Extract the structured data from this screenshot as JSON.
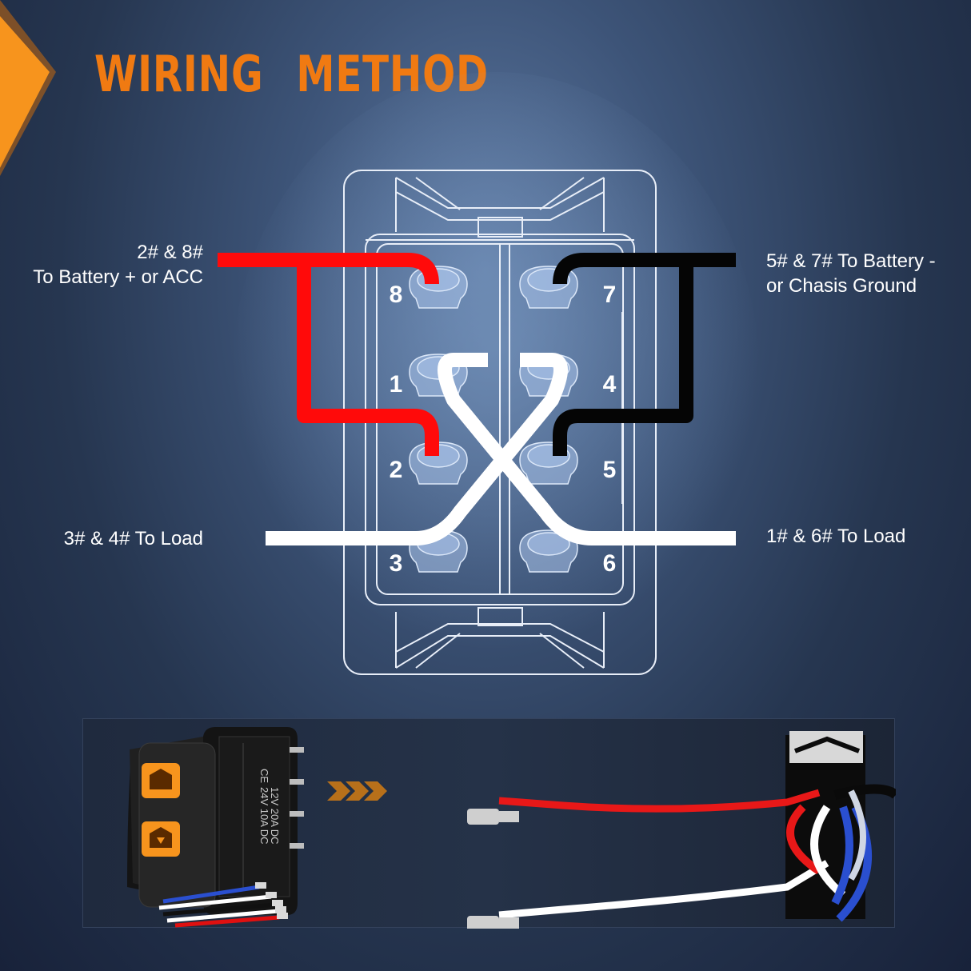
{
  "title": "WIRING   METHOD",
  "labels": {
    "left_top_line1": "2# & 8#",
    "left_top_line2": "To Battery + or ACC",
    "right_top_line1": "5# & 7# To Battery -",
    "right_top_line2": "or Chasis Ground",
    "left_bottom": "3# & 4# To Load",
    "right_bottom": "1# & 6# To Load"
  },
  "pins": {
    "left": [
      "8",
      "1",
      "2",
      "3"
    ],
    "right": [
      "7",
      "4",
      "5",
      "6"
    ]
  },
  "switch_markings": {
    "ce": "CE",
    "rating_line1": "12V 20A DC",
    "rating_line2": "24V 10A DC"
  },
  "colors": {
    "title": "#f07a12",
    "positive_wire": "#ff0000",
    "ground_wire": "#000000",
    "load_wire": "#ffffff",
    "accent_orange": "#f7941d"
  },
  "icons": [
    "corner-arrow-icon",
    "window-up-icon",
    "window-down-icon",
    "triple-chevron-right-icon"
  ]
}
